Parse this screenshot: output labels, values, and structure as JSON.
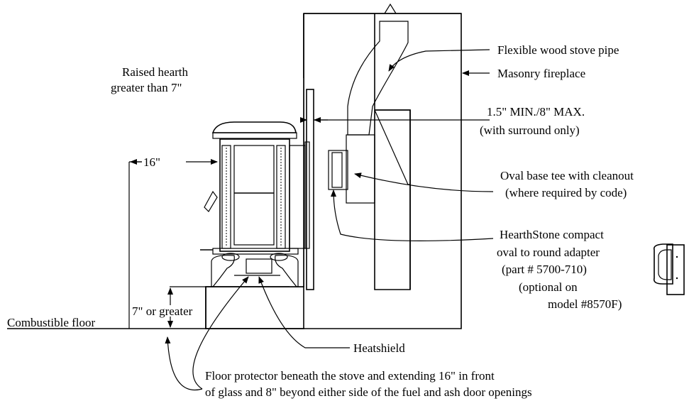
{
  "diagram": {
    "labels": {
      "flex_pipe": "Flexible wood stove pipe",
      "masonry": "Masonry fireplace",
      "clearance_line1": "1.5\" MIN./8\" MAX.",
      "clearance_line2": "(with surround only)",
      "tee_line1": "Oval base tee with cleanout",
      "tee_line2": "(where required by code)",
      "adapter_line1": "HearthStone compact",
      "adapter_line2": "oval to round adapter",
      "adapter_line3": "(part # 5700-710)",
      "optional_line1": "(optional on",
      "optional_line2": "model #8570F)",
      "raised_line1": "Raised hearth",
      "raised_line2": "greater than 7\"",
      "dim_16": "16\"",
      "dim_7": "7\" or greater",
      "floor": "Combustible floor",
      "heatshield": "Heatshield",
      "protector_line1": "Floor protector beneath the stove and extending 16\" in front",
      "protector_line2": "of glass and 8\" beyond either side of the fuel and ash door openings"
    },
    "colors": {
      "ink": "#000000",
      "background": "#ffffff"
    }
  }
}
